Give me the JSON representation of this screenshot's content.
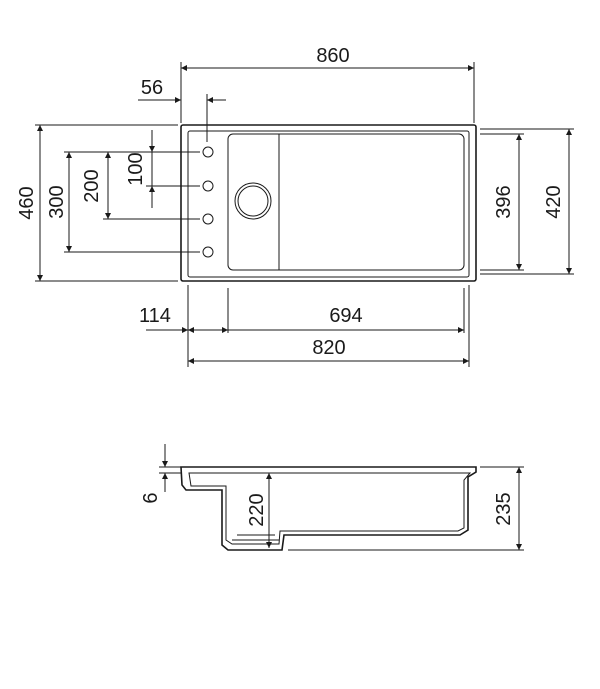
{
  "plan_view": {
    "dimensions": {
      "overall_width": "860",
      "tap_offset": "56",
      "overall_depth": "460",
      "tap_span_300": "300",
      "tap_span_200": "200",
      "tap_span_100": "100",
      "bowl_depth": "396",
      "inner_depth": "420",
      "left_offset": "114",
      "bowl_width": "694",
      "inner_width": "820"
    }
  },
  "section_view": {
    "dimensions": {
      "rim_thickness": "6",
      "bowl_height": "220",
      "overall_height": "235"
    }
  },
  "colors": {
    "line": "#1a1a1a",
    "background": "#ffffff"
  }
}
